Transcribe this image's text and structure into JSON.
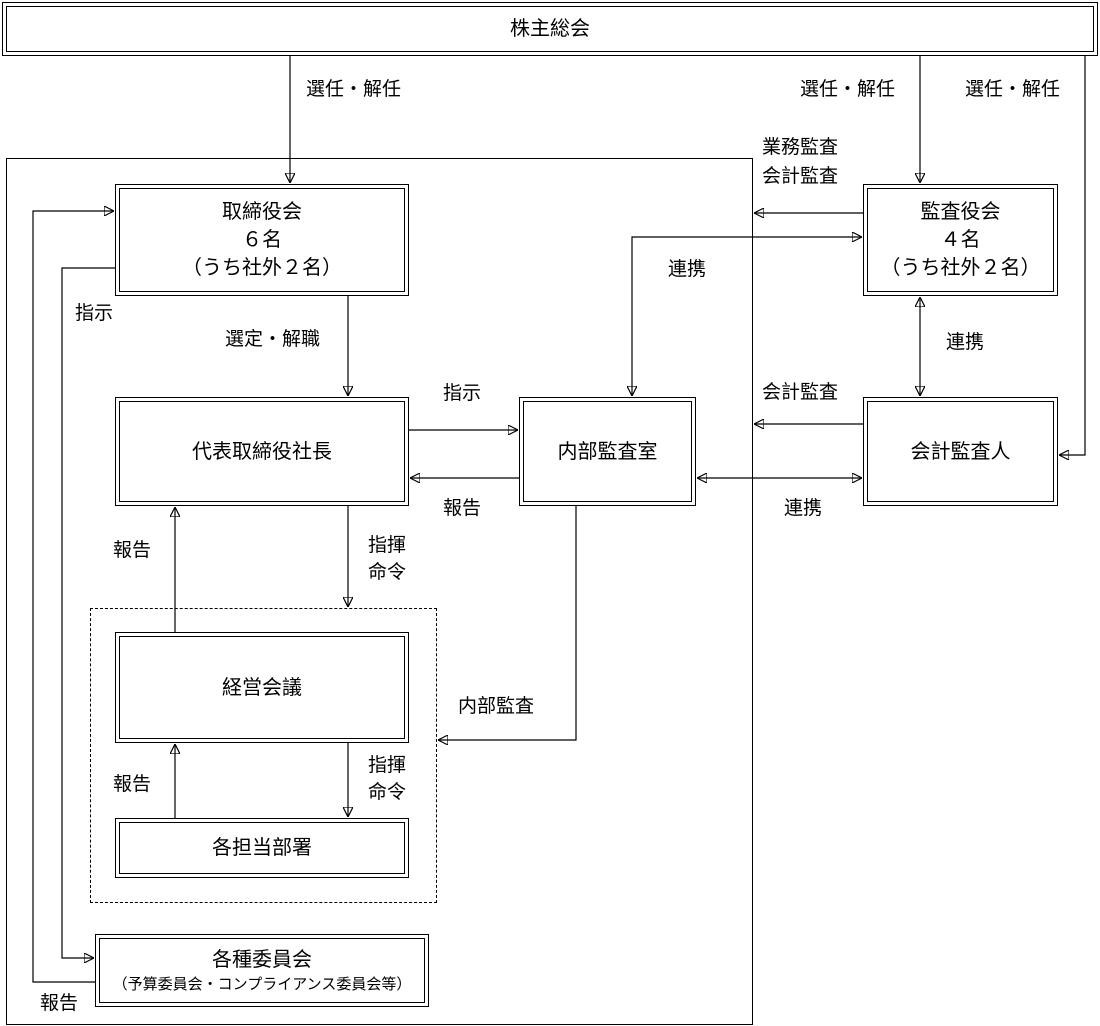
{
  "shareholders_meeting": "株主総会",
  "board": {
    "title": "取締役会",
    "count": "６名",
    "outside": "（うち社外２名）"
  },
  "auditors": {
    "title": "監査役会",
    "count": "４名",
    "outside": "（うち社外２名）"
  },
  "president": "代表取締役社長",
  "internal_audit_office": "内部監査室",
  "accounting_auditor": "会計監査人",
  "management_meeting": "経営会議",
  "departments": "各担当部署",
  "committees": {
    "title": "各種委員会",
    "examples": "（予算委員会・コンプライアンス委員会等）"
  },
  "labels": {
    "elect_dismiss_board": "選任・解任",
    "elect_dismiss_auditors": "選任・解任",
    "elect_dismiss_accounting": "選任・解任",
    "business_audit": "業務監査",
    "accounting_audit_auditors": "会計監査",
    "cooperation_internal_auditors": "連携",
    "instruction_committees": "指示",
    "select_dismiss_president": "選定・解職",
    "cooperation_auditors_accounting": "連携",
    "instruction_internal": "指示",
    "accounting_audit_accounting": "会計監査",
    "report_internal": "報告",
    "cooperation_internal_accounting": "連携",
    "report_management": "報告",
    "command_president": {
      "line1": "指揮",
      "line2": "命令"
    },
    "internal_audit": "内部監査",
    "command_management": {
      "line1": "指揮",
      "line2": "命令"
    },
    "report_departments": "報告",
    "report_committees": "報告"
  }
}
